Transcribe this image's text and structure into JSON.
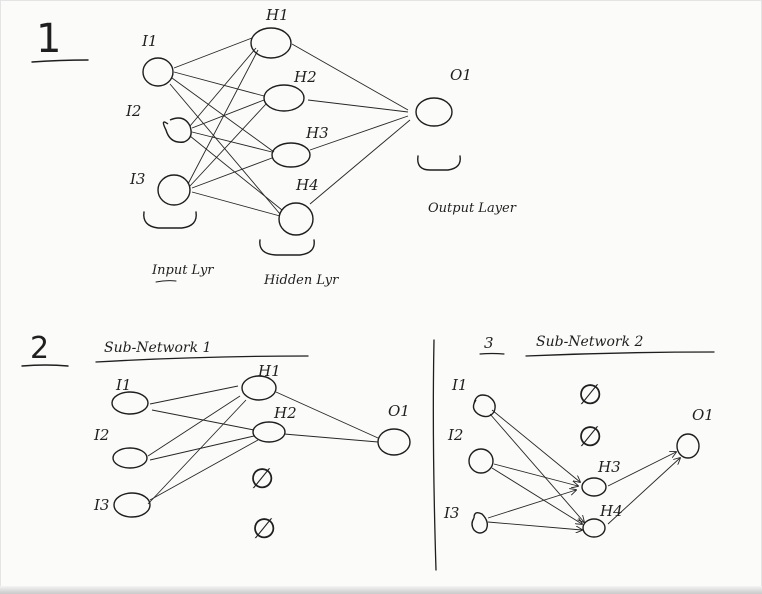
{
  "panel1": {
    "number": "1",
    "inputs": [
      "I1",
      "I2",
      "I3"
    ],
    "hidden": [
      "H1",
      "H2",
      "H3",
      "H4"
    ],
    "output": "O1",
    "input_caption": "Input Lyr",
    "hidden_caption": "Hidden Lyr",
    "output_caption": "Output Layer"
  },
  "panel2": {
    "number": "2",
    "title": "Sub-Network 1",
    "inputs": [
      "I1",
      "I2",
      "I3"
    ],
    "hidden": [
      "H1",
      "H2"
    ],
    "output": "O1",
    "dropped_symbol": "∅"
  },
  "panel3": {
    "number": "3",
    "title": "Sub-Network 2",
    "inputs": [
      "I1",
      "I2",
      "I3"
    ],
    "hidden": [
      "H3",
      "H4"
    ],
    "output": "O1",
    "dropped_symbol": "∅"
  }
}
